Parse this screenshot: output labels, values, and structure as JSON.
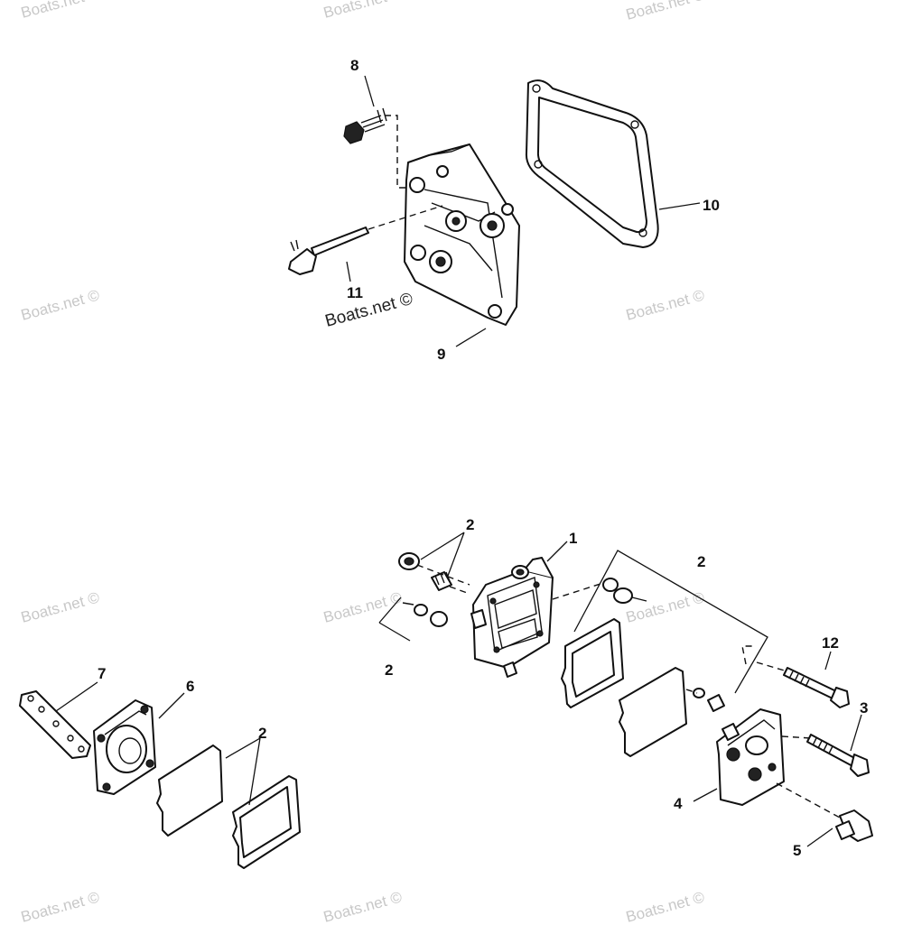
{
  "watermark": "Boats.net ©",
  "watermark_primary": "Boats.net ©",
  "callouts": {
    "c1": "1",
    "c2a": "2",
    "c2b": "2",
    "c2c": "2",
    "c2d": "2",
    "c3": "3",
    "c4": "4",
    "c5": "5",
    "c6": "6",
    "c7": "7",
    "c8": "8",
    "c9": "9",
    "c10": "10",
    "c11": "11",
    "c12": "12"
  }
}
